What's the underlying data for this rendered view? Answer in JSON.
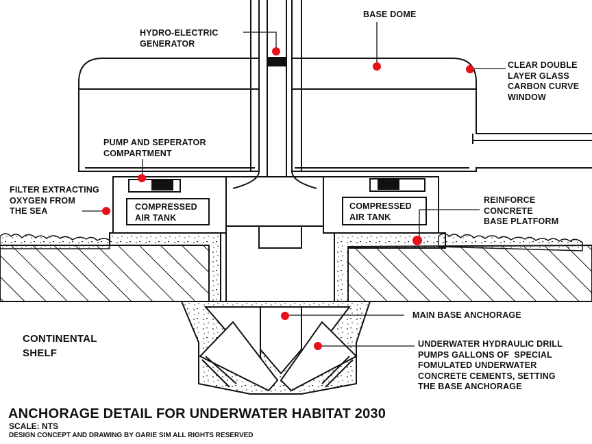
{
  "labels": {
    "generator": "HYDRO-ELECTRIC\nGENERATOR",
    "base_dome": "BASE DOME",
    "window": "CLEAR DOUBLE\nLAYER GLASS\nCARBON CURVE\nWINDOW",
    "pump": "PUMP AND SEPERATOR\nCOMPARTMENT",
    "filter": "FILTER EXTRACTING\nOXYGEN FROM\nTHE SEA",
    "tank_left": "COMPRESSED\nAIR TANK",
    "tank_right": "COMPRESSED\nAIR TANK",
    "platform": "REINFORCE\nCONCRETE\nBASE PLATFORM",
    "anchorage": "MAIN BASE ANCHORAGE",
    "drill": "UNDERWATER HYDRAULIC DRILL\nPUMPS GALLONS OF  SPECIAL\nFOMULATED UNDERWATER\nCONCRETE CEMENTS, SETTING\nTHE BASE ANCHORAGE",
    "shelf": "CONTINENTAL\nSHELF"
  },
  "footer": {
    "title": "ANCHORAGE DETAIL FOR UNDERWATER HABITAT 2030",
    "scale": "SCALE: NTS",
    "credit": "DESIGN CONCEPT AND DRAWING BY GARIE SIM ALL RIGHTS RESERVED"
  },
  "colors": {
    "marker": "#e8101a",
    "line": "#111111"
  }
}
